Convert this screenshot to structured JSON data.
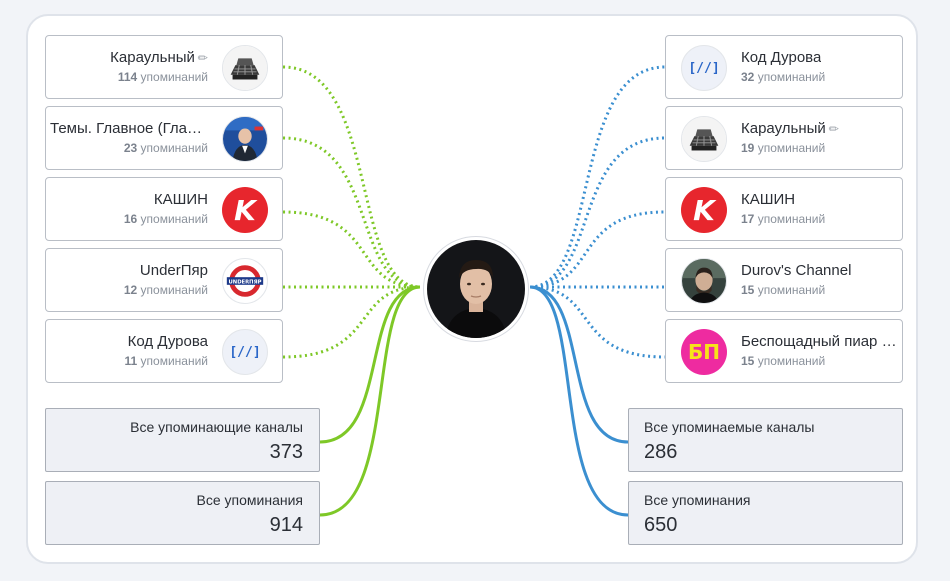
{
  "colors": {
    "incoming": "#7ec827",
    "outgoing": "#3b8fd0"
  },
  "incoming": [
    {
      "name": "Караульный",
      "count": "114",
      "unit": "упоминаний",
      "icon": "pen-icon"
    },
    {
      "name": "Темы. Главное (Главные новости)",
      "count": "23",
      "unit": "упоминаний"
    },
    {
      "name": "КАШИН",
      "count": "16",
      "unit": "упоминаний"
    },
    {
      "name": "UnderПяр",
      "count": "12",
      "unit": "упоминаний"
    },
    {
      "name": "Код Дурова",
      "count": "11",
      "unit": "упоминаний"
    }
  ],
  "outgoing": [
    {
      "name": "Код Дурова",
      "count": "32",
      "unit": "упоминаний"
    },
    {
      "name": "Караульный",
      "count": "19",
      "unit": "упоминаний",
      "icon": "pen-icon"
    },
    {
      "name": "КАШИН",
      "count": "17",
      "unit": "упоминаний"
    },
    {
      "name": "Durov's Channel",
      "count": "15",
      "unit": "упоминаний"
    },
    {
      "name": "Беспощадный пиар и реклама",
      "count": "15",
      "unit": "упоминаний"
    }
  ],
  "stats": {
    "all_mentioning_channels": {
      "label": "Все упоминающие каналы",
      "value": "373"
    },
    "all_mentions_in": {
      "label": "Все упоминания",
      "value": "914"
    },
    "all_mentioned_channels": {
      "label": "Все упоминаемые каналы",
      "value": "286"
    },
    "all_mentions_out": {
      "label": "Все упоминания",
      "value": "650"
    }
  },
  "logos": {
    "kod_durova": "[//]",
    "underpr": "UNDERПЯР",
    "kashin": "K",
    "bp": "БП"
  }
}
